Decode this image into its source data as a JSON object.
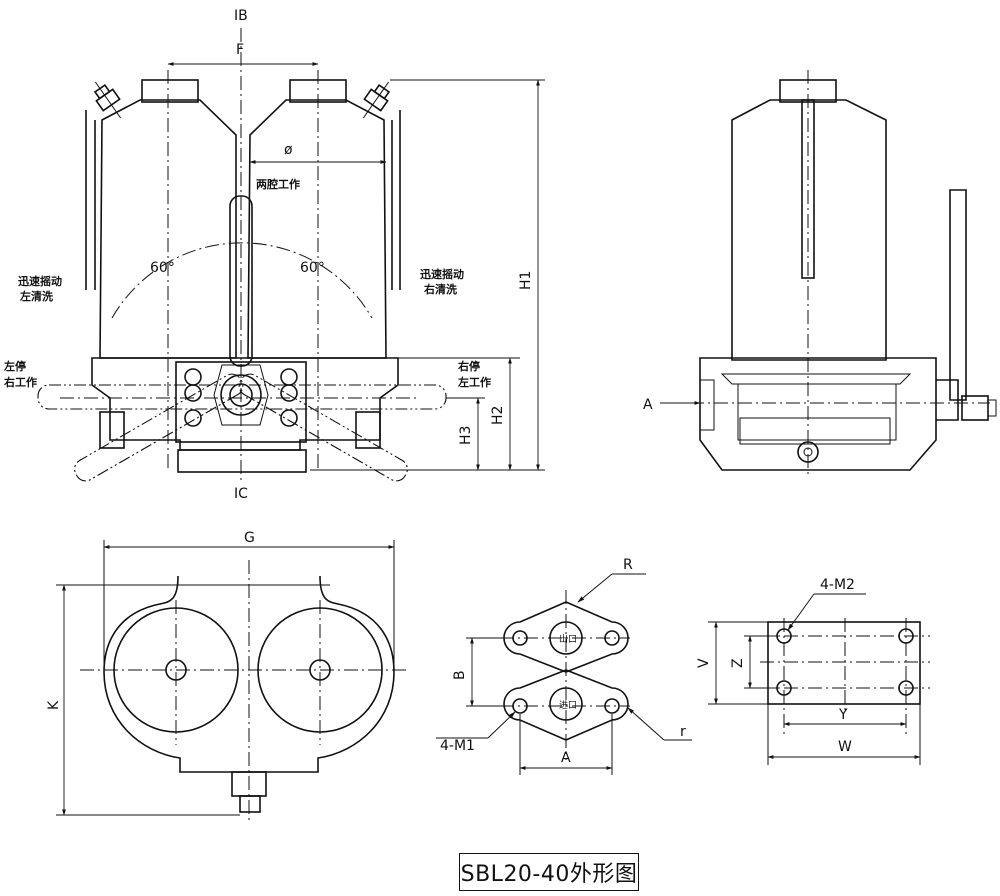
{
  "title": "SBL20-40外形图",
  "front_view": {
    "section_top": "IB",
    "section_bottom": "IC",
    "dim_F": "F",
    "dim_phi": "ø",
    "dim_H1": "H1",
    "dim_H2": "H2",
    "dim_H3": "H3",
    "angle_left": "60°",
    "angle_right": "60°",
    "both_working": "两腔工作",
    "left_flush_line1": "迅速摇动",
    "left_flush_line2": "左清洗",
    "right_flush_line1": "迅速摇动",
    "right_flush_line2": "右清洗",
    "left_stop_line1": "左停",
    "left_stop_line2": "右工作",
    "right_stop_line1": "右停",
    "right_stop_line2": "左工作"
  },
  "side_view": {
    "arrow_label": "A"
  },
  "plan_view": {
    "dim_G": "G",
    "dim_K": "K"
  },
  "flange_view": {
    "dim_R": "R",
    "dim_r": "r",
    "dim_B": "B",
    "dim_A": "A",
    "holes": "4-M1",
    "port_top": "出口",
    "port_bottom": "进口"
  },
  "mount_view": {
    "holes": "4-M2",
    "dim_V": "V",
    "dim_Z": "Z",
    "dim_Y": "Y",
    "dim_W": "W"
  }
}
